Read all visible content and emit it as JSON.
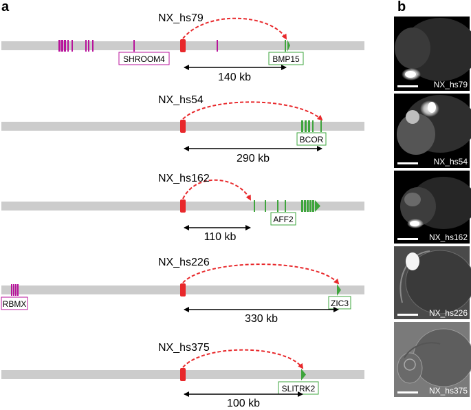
{
  "panel_labels": {
    "a": "a",
    "b": "b"
  },
  "colors": {
    "chromosome": "#cccccc",
    "enhancer": "#e8282b",
    "arrow": "#e8282b",
    "target_gene": "#3ea43c",
    "other_gene": "#b8139b",
    "scale_line": "#000000",
    "image_background": "#000000",
    "image_text": "#ffffff"
  },
  "rows": [
    {
      "enhancer_name": "NX_hs79",
      "target_gene": "BMP15",
      "other_gene": "SHROOM4",
      "distance": "140 kb"
    },
    {
      "enhancer_name": "NX_hs54",
      "target_gene": "BCOR",
      "other_gene": "",
      "distance": "290 kb"
    },
    {
      "enhancer_name": "NX_hs162",
      "target_gene": "AFF2",
      "other_gene": "",
      "distance": "110 kb"
    },
    {
      "enhancer_name": "NX_hs226",
      "target_gene": "ZIC3",
      "other_gene": "RBMX",
      "distance": "330 kb"
    },
    {
      "enhancer_name": "NX_hs375",
      "target_gene": "SLITRK2",
      "other_gene": "",
      "distance": "100 kb"
    }
  ],
  "images": [
    {
      "caption": "NX_hs79",
      "style": "fluorescence"
    },
    {
      "caption": "NX_hs54",
      "style": "fluorescence"
    },
    {
      "caption": "NX_hs162",
      "style": "fluorescence"
    },
    {
      "caption": "NX_hs226",
      "style": "brightfield-dark"
    },
    {
      "caption": "NX_hs375",
      "style": "brightfield"
    }
  ]
}
